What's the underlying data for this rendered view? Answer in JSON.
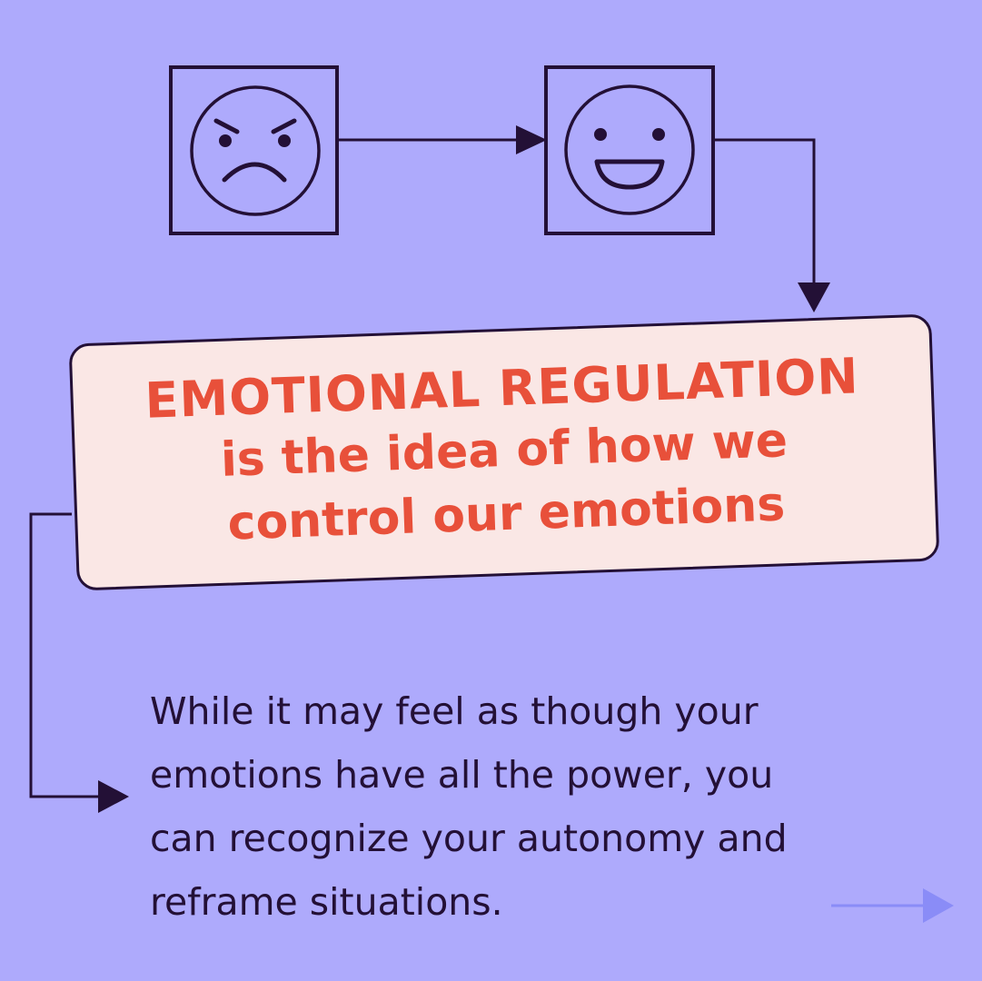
{
  "colors": {
    "background": "#aeaafc",
    "ink": "#231036",
    "callout_fill": "#fae7e5",
    "callout_text": "#e8503a",
    "next_arrow": "#8a8cf7"
  },
  "icons": {
    "angry_face": "angry-face-icon",
    "happy_face": "happy-face-icon",
    "next_arrow": "arrow-right-icon"
  },
  "callout": {
    "title": "EMOTIONAL REGULATION",
    "lines": [
      "is the idea of how we",
      "control our emotions"
    ]
  },
  "body": {
    "lines": [
      "While it may feel as though your",
      "emotions have all the power, you",
      "can recognize your autonomy and",
      "reframe situations."
    ]
  }
}
